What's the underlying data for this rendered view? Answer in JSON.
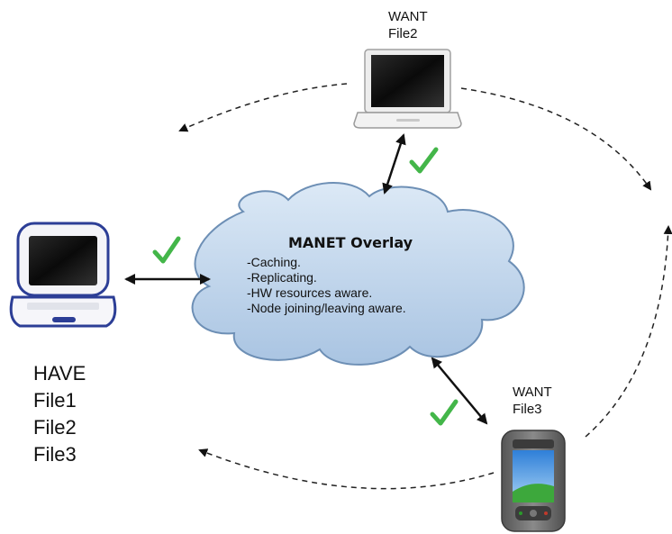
{
  "overlay": {
    "title": "MANET Overlay",
    "features": [
      "-Caching.",
      "-Replicating.",
      "-HW resources aware.",
      "-Node joining/leaving aware."
    ]
  },
  "nodes": {
    "left": {
      "device": "laptop-icon",
      "status": "HAVE",
      "files": [
        "File1",
        "File2",
        "File3"
      ]
    },
    "top": {
      "device": "laptop-icon",
      "status": "WANT",
      "file": "File2"
    },
    "bottom": {
      "device": "pda-phone-icon",
      "status": "WANT",
      "file": "File3"
    }
  },
  "colors": {
    "cloud_fill": "#c3d9ef",
    "cloud_stroke": "#6d8fb5",
    "check": "#43b649",
    "ibook_blue": "#2c3e96"
  },
  "icons": [
    "check-icon",
    "double-arrow",
    "dashed-arrow"
  ]
}
